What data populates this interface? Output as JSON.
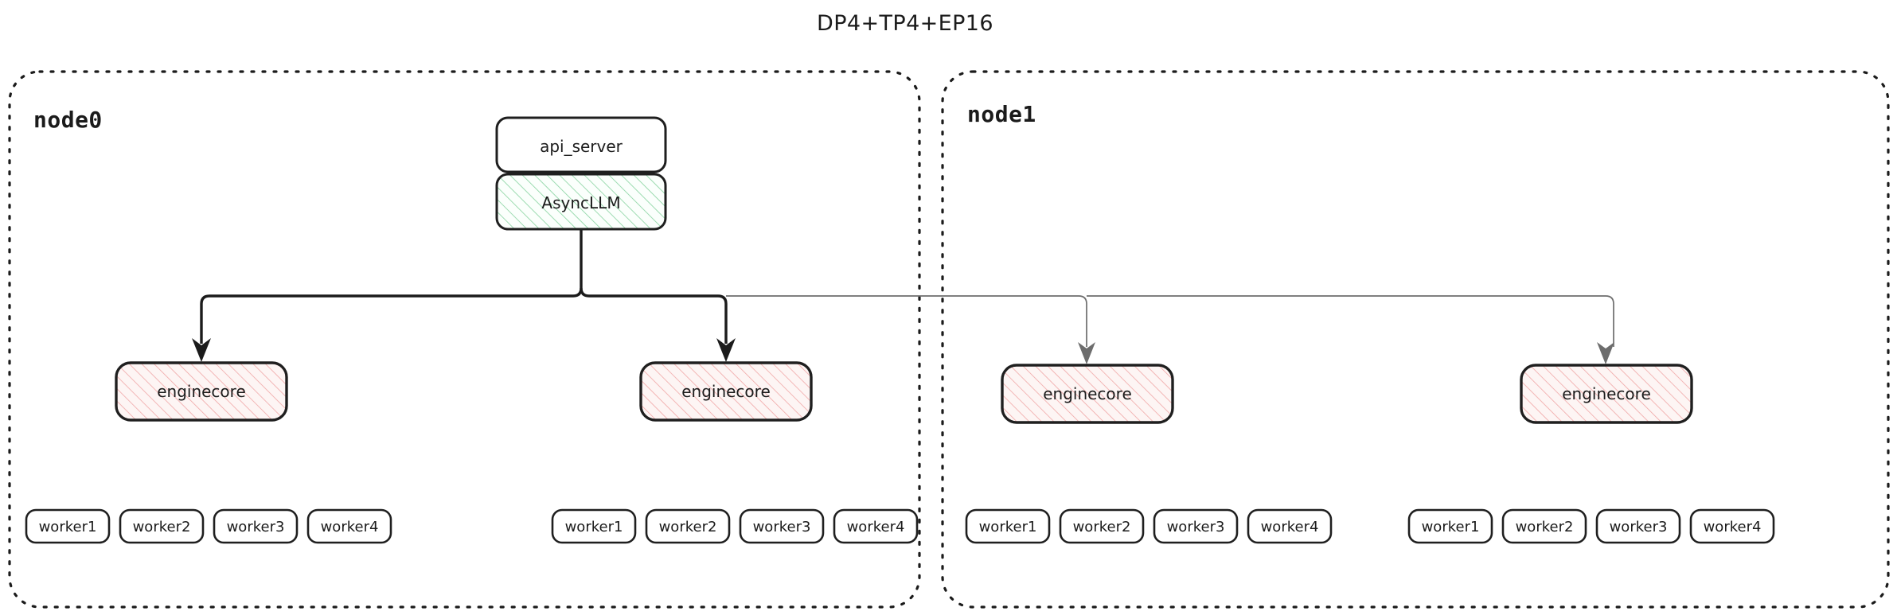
{
  "title": "DP4+TP4+EP16",
  "colors": {
    "stroke": "#1b1b1b",
    "faint_stroke": "#6d6d6d",
    "green_hatch": "#86d39f",
    "green_fill": "#fbfffc",
    "red_hatch": "#f0a6a6",
    "red_fill": "#fdf5f4",
    "box_fill": "#ffffff",
    "background": "#ffffff"
  },
  "top_boxes": {
    "api_server": "api_server",
    "async_llm": "AsyncLLM"
  },
  "nodes": [
    {
      "id": "node0",
      "label": "node0",
      "engines": [
        {
          "label": "enginecore",
          "arrow_style": "strong",
          "workers": [
            "worker1",
            "worker2",
            "worker3",
            "worker4"
          ]
        },
        {
          "label": "enginecore",
          "arrow_style": "strong",
          "workers": [
            "worker1",
            "worker2",
            "worker3",
            "worker4"
          ]
        }
      ]
    },
    {
      "id": "node1",
      "label": "node1",
      "engines": [
        {
          "label": "enginecore",
          "arrow_style": "faint",
          "workers": [
            "worker1",
            "worker2",
            "worker3",
            "worker4"
          ]
        },
        {
          "label": "enginecore",
          "arrow_style": "faint",
          "workers": [
            "worker1",
            "worker2",
            "worker3",
            "worker4"
          ]
        }
      ]
    }
  ]
}
